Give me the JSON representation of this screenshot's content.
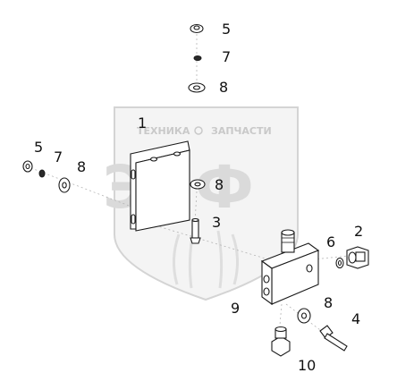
{
  "watermark": {
    "left_text": "ТЕХНИКА",
    "right_text": "ЗАПЧАСТИ",
    "logo_text": "ЭЛФ"
  },
  "callouts": [
    {
      "id": "c5a",
      "label": "5"
    },
    {
      "id": "c7a",
      "label": "7"
    },
    {
      "id": "c8a",
      "label": "8"
    },
    {
      "id": "c1",
      "label": "1"
    },
    {
      "id": "c5b",
      "label": "5"
    },
    {
      "id": "c7b",
      "label": "7"
    },
    {
      "id": "c8b",
      "label": "8"
    },
    {
      "id": "c8c",
      "label": "8"
    },
    {
      "id": "c3",
      "label": "3"
    },
    {
      "id": "c2",
      "label": "2"
    },
    {
      "id": "c6",
      "label": "6"
    },
    {
      "id": "c9",
      "label": "9"
    },
    {
      "id": "c8d",
      "label": "8"
    },
    {
      "id": "c4",
      "label": "4"
    },
    {
      "id": "c10",
      "label": "10"
    }
  ]
}
